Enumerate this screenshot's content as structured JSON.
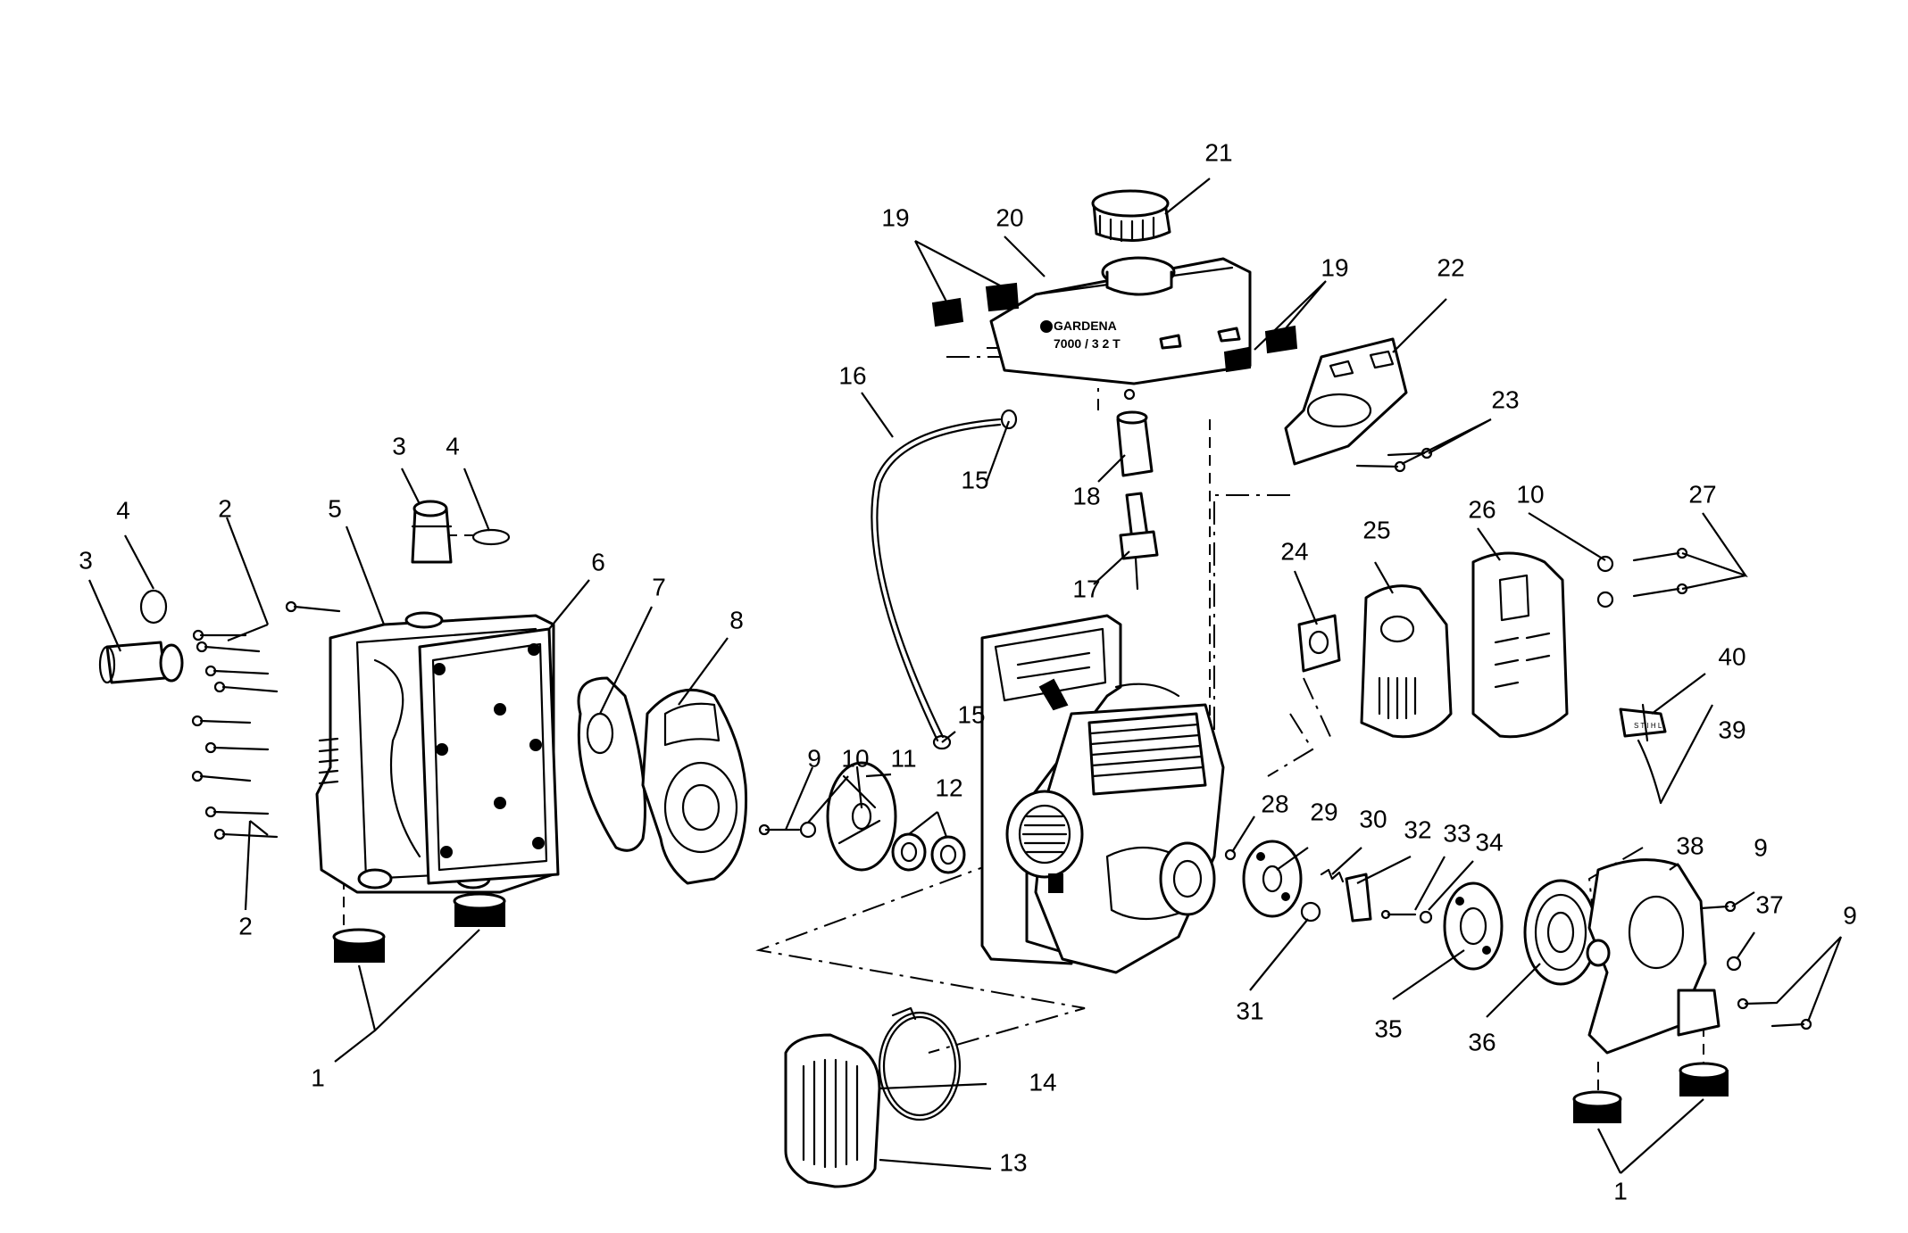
{
  "tank": {
    "brand": "GARDENA",
    "model": "7000 / 3 2 T"
  },
  "screws": {
    "label": "S T I H L"
  },
  "callouts": [
    {
      "id": "c1a",
      "text": "1"
    },
    {
      "id": "c1b",
      "text": "1"
    },
    {
      "id": "c2a",
      "text": "2"
    },
    {
      "id": "c2b",
      "text": "2"
    },
    {
      "id": "c3a",
      "text": "3"
    },
    {
      "id": "c3b",
      "text": "3"
    },
    {
      "id": "c4a",
      "text": "4"
    },
    {
      "id": "c4b",
      "text": "4"
    },
    {
      "id": "c5",
      "text": "5"
    },
    {
      "id": "c6",
      "text": "6"
    },
    {
      "id": "c7",
      "text": "7"
    },
    {
      "id": "c8",
      "text": "8"
    },
    {
      "id": "c9a",
      "text": "9"
    },
    {
      "id": "c9b",
      "text": "9"
    },
    {
      "id": "c9c",
      "text": "9"
    },
    {
      "id": "c10a",
      "text": "10"
    },
    {
      "id": "c10b",
      "text": "10"
    },
    {
      "id": "c11",
      "text": "11"
    },
    {
      "id": "c12",
      "text": "12"
    },
    {
      "id": "c13",
      "text": "13"
    },
    {
      "id": "c14",
      "text": "14"
    },
    {
      "id": "c15a",
      "text": "15"
    },
    {
      "id": "c15b",
      "text": "15"
    },
    {
      "id": "c16",
      "text": "16"
    },
    {
      "id": "c17",
      "text": "17"
    },
    {
      "id": "c18",
      "text": "18"
    },
    {
      "id": "c19a",
      "text": "19"
    },
    {
      "id": "c19b",
      "text": "19"
    },
    {
      "id": "c20",
      "text": "20"
    },
    {
      "id": "c21",
      "text": "21"
    },
    {
      "id": "c22",
      "text": "22"
    },
    {
      "id": "c23",
      "text": "23"
    },
    {
      "id": "c24",
      "text": "24"
    },
    {
      "id": "c25",
      "text": "25"
    },
    {
      "id": "c26",
      "text": "26"
    },
    {
      "id": "c27",
      "text": "27"
    },
    {
      "id": "c28",
      "text": "28"
    },
    {
      "id": "c29",
      "text": "29"
    },
    {
      "id": "c30",
      "text": "30"
    },
    {
      "id": "c31",
      "text": "31"
    },
    {
      "id": "c32",
      "text": "32"
    },
    {
      "id": "c33",
      "text": "33"
    },
    {
      "id": "c34",
      "text": "34"
    },
    {
      "id": "c35",
      "text": "35"
    },
    {
      "id": "c36",
      "text": "36"
    },
    {
      "id": "c37",
      "text": "37"
    },
    {
      "id": "c38",
      "text": "38"
    },
    {
      "id": "c39",
      "text": "39"
    },
    {
      "id": "c40",
      "text": "40"
    }
  ]
}
